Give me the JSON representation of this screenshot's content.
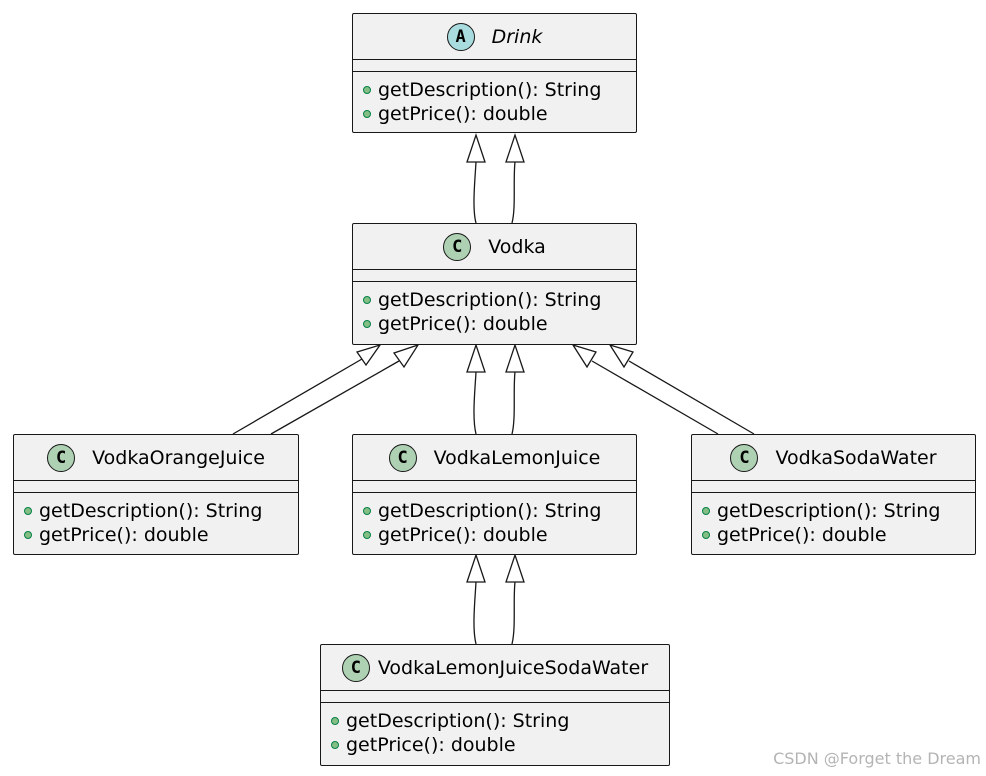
{
  "diagram": {
    "classes": [
      {
        "id": "drink",
        "kind": "abstract",
        "badge": "A",
        "badge_color": "#a9dcdf",
        "name": "Drink",
        "members": [
          {
            "visibility": "public",
            "signature": "getDescription(): String"
          },
          {
            "visibility": "public",
            "signature": "getPrice(): double"
          }
        ]
      },
      {
        "id": "vodka",
        "kind": "class",
        "badge": "C",
        "badge_color": "#add1b2",
        "name": "Vodka",
        "members": [
          {
            "visibility": "public",
            "signature": "getDescription(): String"
          },
          {
            "visibility": "public",
            "signature": "getPrice(): double"
          }
        ]
      },
      {
        "id": "vodka-orange-juice",
        "kind": "class",
        "badge": "C",
        "badge_color": "#add1b2",
        "name": "VodkaOrangeJuice",
        "members": [
          {
            "visibility": "public",
            "signature": "getDescription(): String"
          },
          {
            "visibility": "public",
            "signature": "getPrice(): double"
          }
        ]
      },
      {
        "id": "vodka-lemon-juice",
        "kind": "class",
        "badge": "C",
        "badge_color": "#add1b2",
        "name": "VodkaLemonJuice",
        "members": [
          {
            "visibility": "public",
            "signature": "getDescription(): String"
          },
          {
            "visibility": "public",
            "signature": "getPrice(): double"
          }
        ]
      },
      {
        "id": "vodka-soda-water",
        "kind": "class",
        "badge": "C",
        "badge_color": "#add1b2",
        "name": "VodkaSodaWater",
        "members": [
          {
            "visibility": "public",
            "signature": "getDescription(): String"
          },
          {
            "visibility": "public",
            "signature": "getPrice(): double"
          }
        ]
      },
      {
        "id": "vodka-lemon-juice-soda-water",
        "kind": "class",
        "badge": "C",
        "badge_color": "#add1b2",
        "name": "VodkaLemonJuiceSodaWater",
        "members": [
          {
            "visibility": "public",
            "signature": "getDescription(): String"
          },
          {
            "visibility": "public",
            "signature": "getPrice(): double"
          }
        ]
      }
    ],
    "relations": [
      {
        "from": "vodka",
        "to": "drink",
        "type": "inheritance",
        "count": 2
      },
      {
        "from": "vodka-orange-juice",
        "to": "vodka",
        "type": "inheritance",
        "count": 2
      },
      {
        "from": "vodka-lemon-juice",
        "to": "vodka",
        "type": "inheritance",
        "count": 2
      },
      {
        "from": "vodka-soda-water",
        "to": "vodka",
        "type": "inheritance",
        "count": 2
      },
      {
        "from": "vodka-lemon-juice-soda-water",
        "to": "vodka-lemon-juice",
        "type": "inheritance",
        "count": 2
      }
    ],
    "colors": {
      "box_fill": "#f1f1f1",
      "border": "#181818",
      "visibility_public": "#84be84"
    }
  },
  "watermark": "CSDN @Forget the Dream"
}
